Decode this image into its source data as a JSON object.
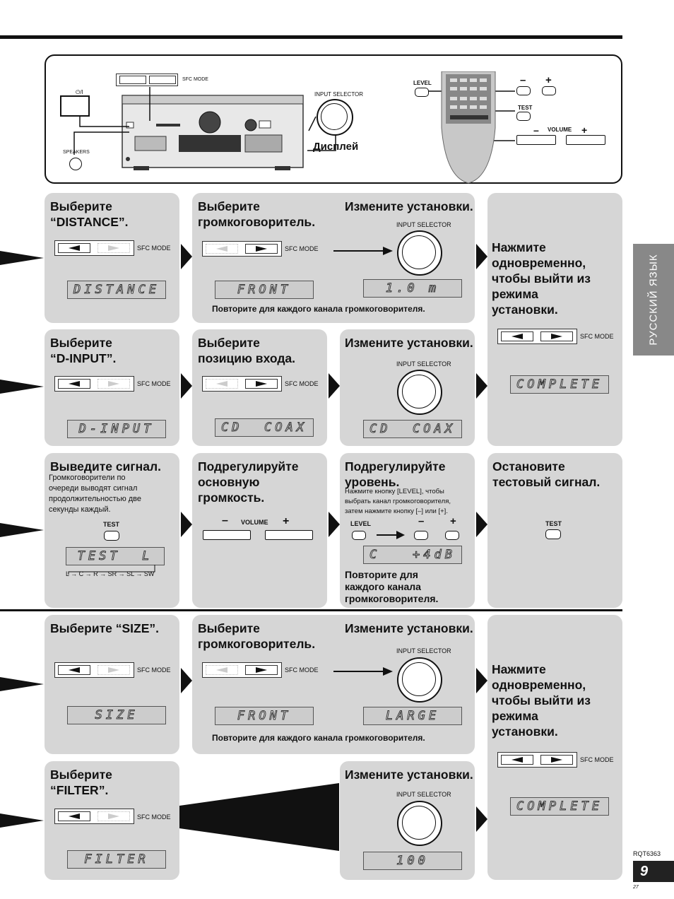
{
  "device": {
    "sfc_mode": "SFC MODE",
    "power": "⏻/I",
    "speakers": "SPEAKERS",
    "input_selector": "INPUT SELECTOR",
    "display": "Дисплей",
    "level": "LEVEL",
    "test": "TEST",
    "volume": "VOLUME",
    "minus": "–",
    "plus": "+"
  },
  "sections": {
    "distance": {
      "step1_title": "Выберите\n“DISTANCE”.",
      "step1_lcd": "DISTANCE",
      "step2_title": "Выберите\nгромкоговоритель.",
      "step2_lcd": "FRONT",
      "step3_title": "Измените установки.",
      "step3_lcd": "1.0 m",
      "repeat_note": "Повторите для каждого канала громкоговорителя.",
      "finish_title": "Нажмите\nодновременно,\nчтобы выйти из\nрежима\nустановки."
    },
    "dinput": {
      "step1_title": "Выберите\n“D-INPUT”.",
      "step1_lcd": "D-INPUT",
      "step2_title": "Выберите\nпозицию входа.",
      "step2_lcd": "CD  COAX",
      "step3_title": "Измените установки.",
      "step3_lcd": "CD  COAX",
      "complete_lcd": "COMPLETE"
    },
    "test": {
      "step1_title": "Выведите сигнал.",
      "step1_desc": "Громкоговорители по\nочереди выводят сигнал\nпродолжительностью две\nсекунды каждый.",
      "step1_lcd": "TEST  L",
      "sequence": "L → C → R → SR → SL → SW",
      "step2_title": "Подрегулируйте\nосновную\nгромкость.",
      "step3_title": "Подрегулируйте\nуровень.",
      "step3_desc": "Нажмите кнопку [LEVEL], чтобы\nвыбрать канал громкоговорителя,\nзатем нажмите кнопку [–] или [+].",
      "step3_lcd": "C   +4dB",
      "step3_repeat": "Повторите для\nкаждого канала\nгромкоговорителя.",
      "step4_title": "Остановите\nтестовый сигнал."
    },
    "size": {
      "step1_title": "Выберите “SIZE”.",
      "step1_lcd": "SIZE",
      "step2_title": "Выберите\nгромкоговоритель.",
      "step2_lcd": "FRONT",
      "step3_title": "Измените установки.",
      "step3_lcd": "LARGE",
      "repeat_note": "Повторите для каждого канала громкоговорителя.",
      "finish_title": "Нажмите\nодновременно,\nчтобы выйти из\nрежима\nустановки."
    },
    "filter": {
      "step1_title": "Выберите\n“FILTER”.",
      "step1_lcd": "FILTER",
      "step3_title": "Измените установки.",
      "step3_lcd": "100",
      "complete_lcd": "COMPLETE"
    }
  },
  "sidebar_label": "РУССКИЙ ЯЗЫК",
  "model_code": "RQT6363",
  "page_number": "9",
  "footer_small": "27"
}
